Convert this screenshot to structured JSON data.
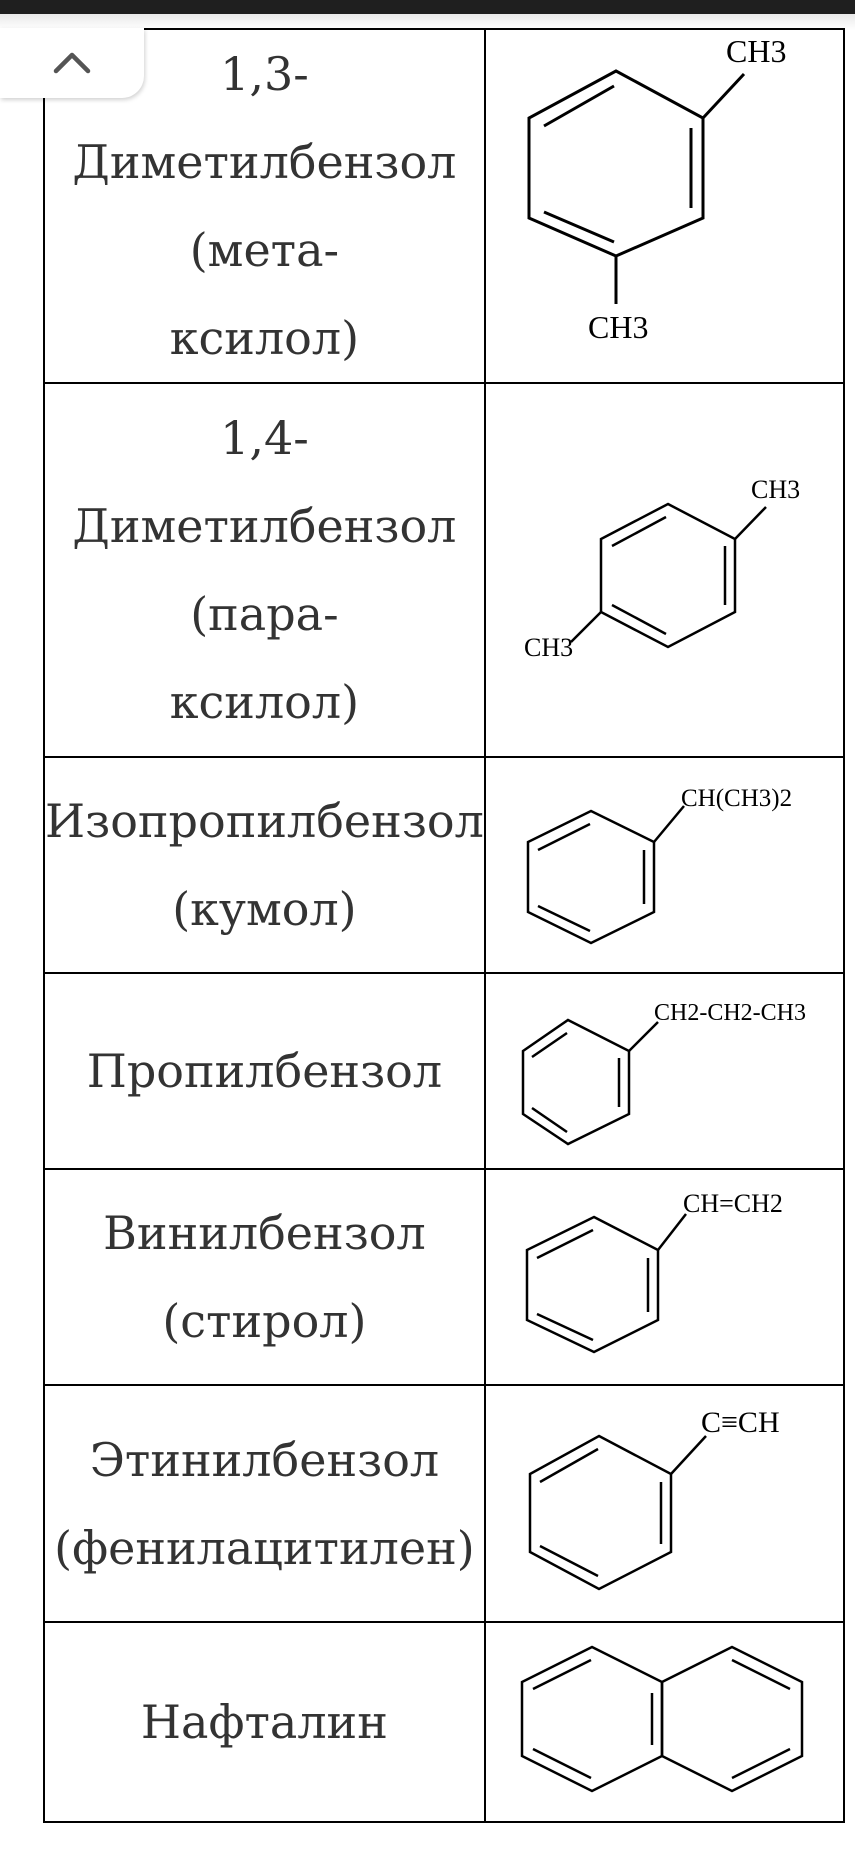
{
  "rows": [
    {
      "name_lines": [
        "1,3-",
        "Диметилбензол",
        "(мета-",
        "ксилол)"
      ],
      "labels": [
        "CH3",
        "CH3"
      ]
    },
    {
      "name_lines": [
        "1,4-",
        "Диметилбензол",
        "(пара-",
        "ксилол)"
      ],
      "labels": [
        "CH3",
        "CH3"
      ]
    },
    {
      "name_lines": [
        "Изопропилбензол",
        "(кумол)"
      ],
      "labels": [
        "CH(CH3)2"
      ]
    },
    {
      "name_lines": [
        "Пропилбензол"
      ],
      "labels": [
        "CH2-CH2-CH3"
      ]
    },
    {
      "name_lines": [
        "Винилбензол",
        "(стирол)"
      ],
      "labels": [
        "CH=CH2"
      ]
    },
    {
      "name_lines": [
        "Этинилбензол",
        "(фенилацитилен)"
      ],
      "labels": [
        "C≡CH"
      ]
    },
    {
      "name_lines": [
        "Нафталин"
      ],
      "labels": []
    }
  ],
  "nav": {
    "scroll_up_icon": "chevron-up-icon"
  }
}
